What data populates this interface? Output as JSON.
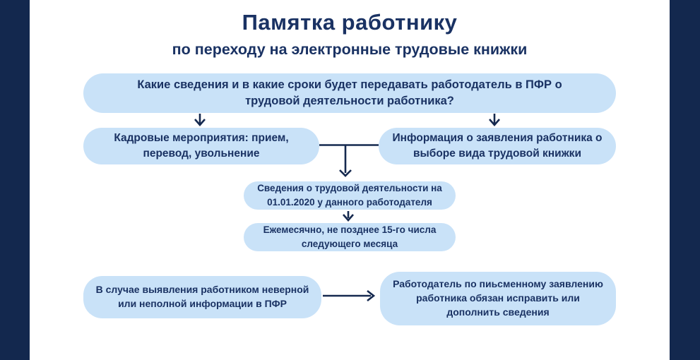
{
  "header": {
    "title": "Памятка работнику",
    "subtitle": "по переходу на электронные трудовые книжки"
  },
  "colors": {
    "border_bars": "#13284e",
    "box_fill": "#c9e2f8",
    "text_navy": "#1a3263",
    "connector_lines": "#15294f",
    "background": "#ffffff"
  },
  "flow": {
    "question": "Какие сведения и в какие сроки будет передавать работодатель в ПФР о трудовой деятельности работника?",
    "personnel_events": "Кадровые мероприятия: прием, перевод, увольнение",
    "statement_info": "Информация о заявления работника о выборе вида трудовой книжки",
    "employment_data": "Сведения о трудовой деятельности на 01.01.2020 у данного работодателя",
    "monthly_deadline": "Ежемесячно, не позднее 15-го числа следующего месяца",
    "incorrect_info": "В случае выявления работником неверной или неполной информации в ПФР",
    "employer_obligation": "Работодатель по пиьсменному заявлению работника обязан исправить или дополнить сведения"
  }
}
